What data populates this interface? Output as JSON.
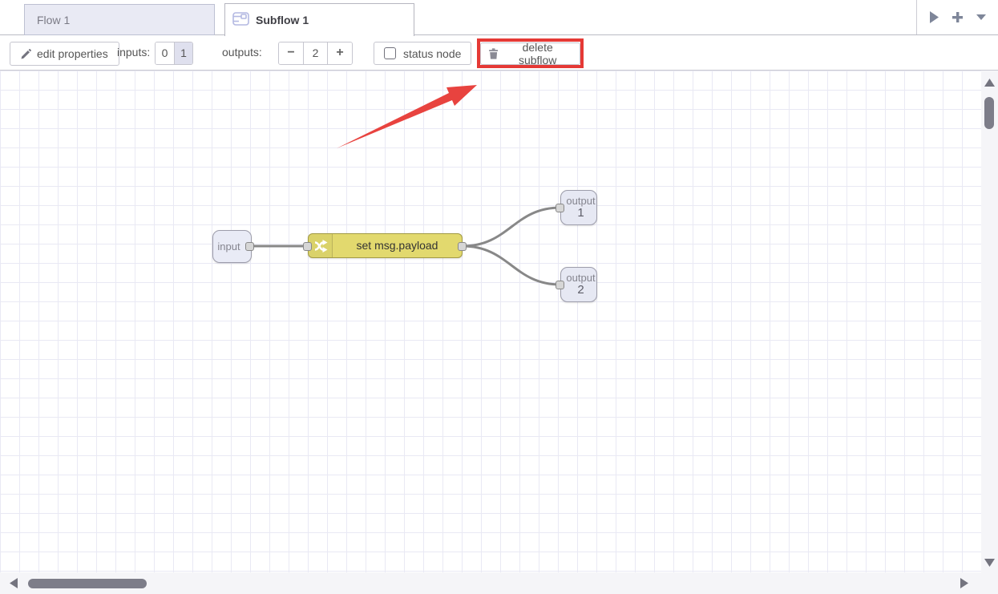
{
  "tabbar": {
    "flow_tab": "Flow 1",
    "subflow_tab": "Subflow 1"
  },
  "toolbar": {
    "edit_properties": "edit properties",
    "inputs_label": "inputs:",
    "inputs_option_0": "0",
    "inputs_option_1": "1",
    "inputs_selected": "1",
    "outputs_label": "outputs:",
    "outputs_decrease": "−",
    "outputs_value": "2",
    "outputs_increase": "+",
    "status_node": "status node",
    "delete_subflow": "delete subflow"
  },
  "canvas": {
    "nodes": {
      "input": {
        "label": "input",
        "type": "subflow-input"
      },
      "change": {
        "label": "set msg.payload",
        "type": "change",
        "color": "#e2d96e"
      },
      "output1": {
        "label": "output",
        "number": "1",
        "type": "subflow-output"
      },
      "output2": {
        "label": "output",
        "number": "2",
        "type": "subflow-output"
      }
    },
    "annotations": {
      "arrow_color": "#e8433f",
      "highlight_color": "#e53935",
      "highlight_target": "delete subflow button"
    }
  },
  "icons": {
    "subflow": "subflow-icon",
    "next_tab": "play-icon",
    "add_tab": "plus-icon",
    "tab_menu": "caret-down-icon",
    "edit": "pencil-icon",
    "status": "checkbox-icon",
    "delete": "trash-icon",
    "change_node": "shuffle-icon"
  },
  "colors": {
    "tab_inactive_bg": "#e9eaf4",
    "selected_toggle_bg": "#dfe0ee",
    "grid_line": "#e9e9f4",
    "wire": "#888888"
  }
}
